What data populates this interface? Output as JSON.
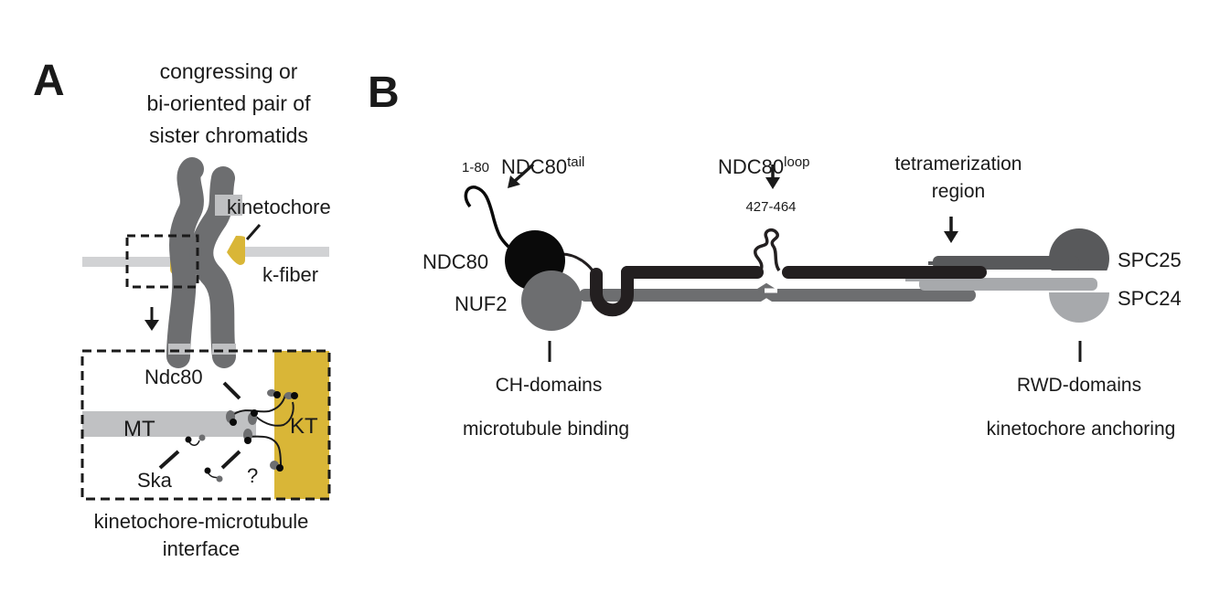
{
  "figure": {
    "panels": {
      "a": {
        "letter": "A",
        "title_lines": [
          "congressing or",
          "bi-oriented pair of",
          "sister chromatids"
        ],
        "labels": {
          "kinetochore": "kinetochore",
          "k_fiber": "k-fiber",
          "ndc80": "Ndc80",
          "mt": "MT",
          "kt": "KT",
          "ska": "Ska",
          "unknown": "?"
        },
        "caption_lines": [
          "kinetochore-microtubule",
          "interface"
        ]
      },
      "b": {
        "letter": "B",
        "labels": {
          "ndc80_tail_base": "NDC80",
          "ndc80_tail_sup": "tail",
          "tail_range": "1-80",
          "ndc80_loop_base": "NDC80",
          "ndc80_loop_sup": "loop",
          "loop_range": "427-464",
          "tetramerization_lines": [
            "tetramerization",
            "region"
          ],
          "ndc80": "NDC80",
          "nuf2": "NUF2",
          "spc25": "SPC25",
          "spc24": "SPC24",
          "ch_domains": "CH-domains",
          "ch_function": "microtubule binding",
          "rwd_domains": "RWD-domains",
          "rwd_function": "kinetochore anchoring"
        }
      }
    },
    "colors": {
      "chromatid": "#6d6e70",
      "kinetochore_yellow": "#d9b637",
      "fiber_gray": "#d1d2d4",
      "mt_gray": "#c0c1c3",
      "ndc80_black": "#0a0a0a",
      "ndc80_coil": "#231f20",
      "nuf2_gray": "#6d6e70",
      "spc25_dark": "#58595b",
      "spc24_light": "#a7a9ac",
      "text": "#1a1a1a"
    }
  }
}
